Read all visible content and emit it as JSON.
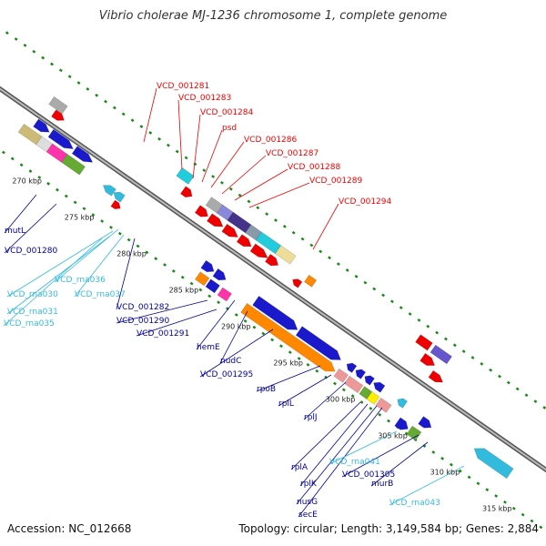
{
  "title": "Vibrio cholerae MJ-1236 chromosome 1, complete genome",
  "footer": {
    "accession": "Accession: NC_012668",
    "topology": "Topology: circular; Length: 3,149,584 bp; Genes: 2,884"
  },
  "colors": {
    "red": "#ee0000",
    "blue": "#1a1acc",
    "navy": "#000099",
    "cyan": "#33bbdd",
    "cyan_fill": "#22ccdd",
    "orange": "#ff8800",
    "olive": "#66aa33",
    "khaki": "#ccbb77",
    "pink": "#ff33aa",
    "grey": "#aaaaaa",
    "backbone": "#888888",
    "tick": "#1a8a1a"
  },
  "scale_labels": [
    "270 kbp",
    "275 kbp",
    "280 kbp",
    "285 kbp",
    "290 kbp",
    "295 kbp",
    "300 kbp",
    "305 kbp",
    "310 kbp",
    "315 kbp"
  ],
  "gene_labels": {
    "red": [
      "VCD_001281",
      "VCD_001283",
      "VCD_001284",
      "psd",
      "VCD_001286",
      "VCD_001287",
      "VCD_001288",
      "VCD_001289",
      "VCD_001294"
    ],
    "blue_left": [
      "mutL",
      "VCD_001280"
    ],
    "cyan_left": [
      "VCD_rna036",
      "VCD_rna030",
      "VCD_rna037",
      "VCD_rna031",
      "VCD_rna035"
    ],
    "blue_mid": [
      "VCD_001282",
      "VCD_001290",
      "VCD_001291",
      "hemE",
      "nudC",
      "VCD_001295",
      "rpoB",
      "rplL",
      "rplJ",
      "rplA",
      "rplK",
      "nusG",
      "secE",
      "VCD_001305",
      "murB"
    ],
    "cyan_right": [
      "VCD_rna041",
      "VCD_rna043"
    ]
  }
}
